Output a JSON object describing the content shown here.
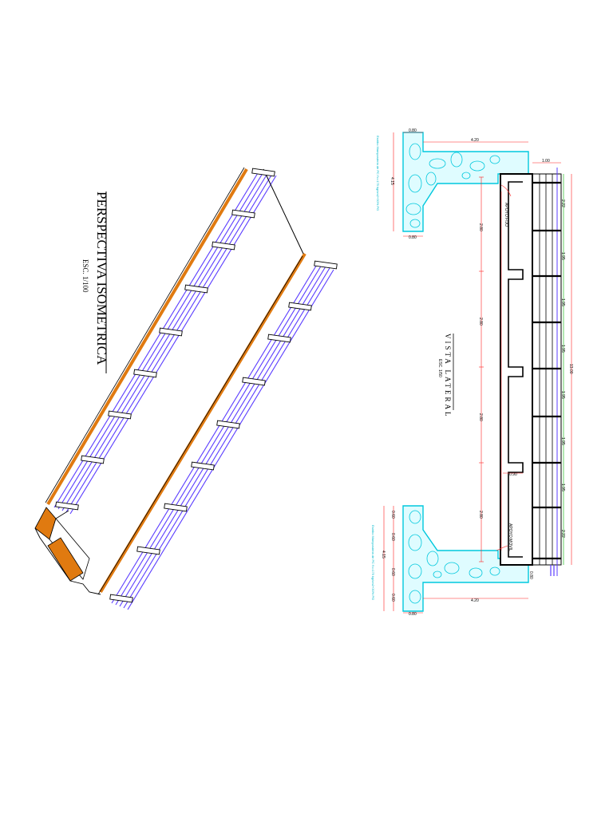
{
  "isometric": {
    "title": "PERSPECTIVA ISOMETRICA",
    "scale": "ESC. 1/100"
  },
  "lateral": {
    "title": "VISTA LATERAL",
    "scale": "ESC. 1/50",
    "support_fixed": "APOYO FIJO",
    "support_mobile": "APOYO MOVIL",
    "dims": {
      "top_cap": "0.80",
      "top_width": "4.20",
      "top_height": "4.15",
      "top_base": "0.80",
      "deck_gap": "1.00",
      "bottom_cap": "0.80",
      "bottom_width": "4.20",
      "bottom_height": "4.15",
      "bottom_base": "0.80",
      "chain": [
        "2.22",
        "1.95",
        "1.95",
        "1.95",
        "1.95",
        "1.95",
        "1.95",
        "2.22"
      ],
      "total": "13.00",
      "span_left": [
        "2.80",
        "2.80",
        "2.80",
        "2.80"
      ],
      "stiffener": "0.90",
      "abut_side": [
        "0.60",
        "0.60",
        "0.60",
        "0.60"
      ]
    },
    "notes": {
      "top": "Estribo Mamposteria de PC f'c=175 kg/cm2+30% PG",
      "bottom": "Estribo Mamposteria de PC f'c=175 kg/cm2+30% PG"
    }
  }
}
